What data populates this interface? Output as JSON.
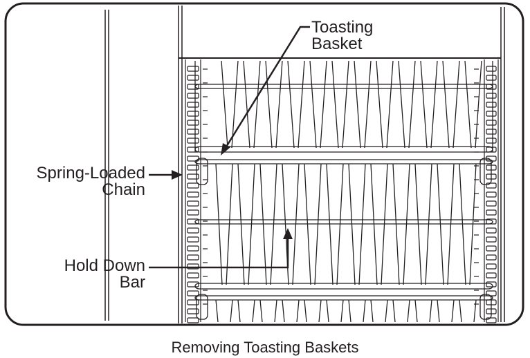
{
  "callouts": {
    "toasting_basket": [
      "Toasting",
      "Basket"
    ],
    "spring_loaded_chain": [
      "Spring-Loaded",
      "Chain"
    ],
    "hold_down_bar": [
      "Hold Down",
      "Bar"
    ]
  },
  "caption": "Removing Toasting Baskets",
  "colors": {
    "line": "#231f20",
    "background": "#ffffff"
  }
}
